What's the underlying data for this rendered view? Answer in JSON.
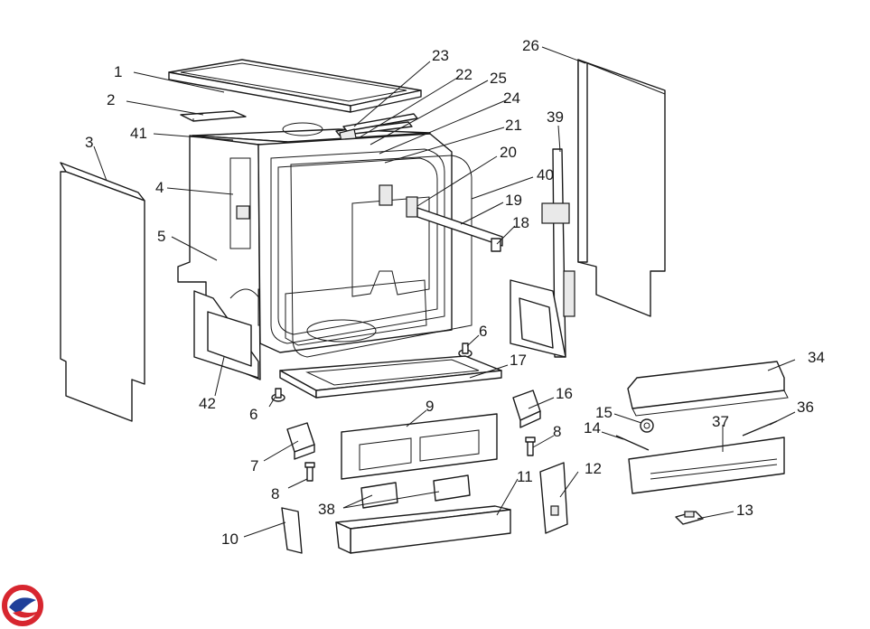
{
  "diagram": {
    "labels": [
      "1",
      "2",
      "3",
      "4",
      "5",
      "6",
      "6",
      "7",
      "8",
      "8",
      "9",
      "10",
      "11",
      "12",
      "13",
      "14",
      "15",
      "16",
      "17",
      "18",
      "19",
      "20",
      "21",
      "22",
      "23",
      "24",
      "25",
      "26",
      "34",
      "36",
      "37",
      "38",
      "39",
      "40",
      "41",
      "42"
    ]
  },
  "logo": {
    "colors": {
      "red": "#d7262f",
      "blue": "#1f3f99"
    }
  }
}
